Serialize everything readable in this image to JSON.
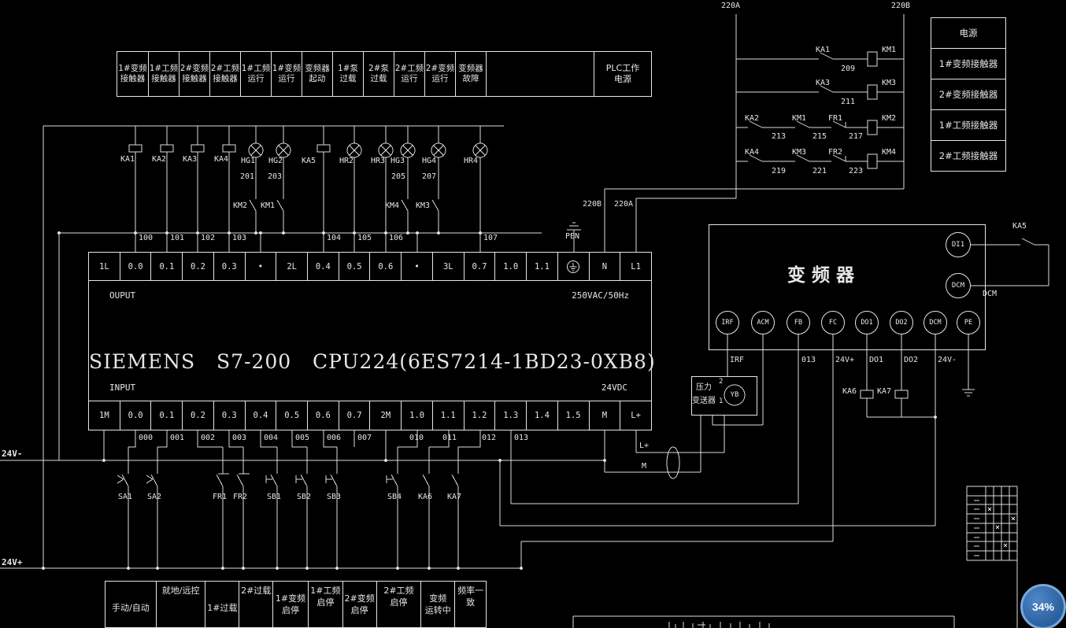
{
  "viewer": {
    "zoom": "34%"
  },
  "legend_top": {
    "cells": [
      {
        "l1": "1#变频",
        "l2": "接触器"
      },
      {
        "l1": "1#工频",
        "l2": "接触器"
      },
      {
        "l1": "2#变频",
        "l2": "接触器"
      },
      {
        "l1": "2#工频",
        "l2": "接触器"
      },
      {
        "l1": "1#工频",
        "l2": "运行"
      },
      {
        "l1": "1#变频",
        "l2": "运行"
      },
      {
        "l1": "变频器",
        "l2": "起动"
      },
      {
        "l1": "1#泵",
        "l2": "过载"
      },
      {
        "l1": "2#泵",
        "l2": "过载"
      },
      {
        "l1": "2#工频",
        "l2": "运行"
      },
      {
        "l1": "2#变频",
        "l2": "运行"
      },
      {
        "l1": "变频器",
        "l2": "故障"
      }
    ],
    "plc_power": {
      "l1": "PLC工作",
      "l2": "电源"
    }
  },
  "out": {
    "comps": [
      "KA1",
      "KA2",
      "KA3",
      "KA4",
      "HG1",
      "HG2",
      "KA5",
      "HR2",
      "HR3",
      "HG3",
      "HG4",
      "HR4"
    ],
    "lamp_wires": [
      "201",
      "203",
      "205",
      "207"
    ],
    "lamp_contacts": [
      "KM2",
      "KM1",
      "KM4",
      "KM3"
    ],
    "wire_numbers": [
      "100",
      "101",
      "102",
      "103",
      "104",
      "105",
      "106",
      "107"
    ]
  },
  "plc": {
    "output_label": "OUPUT",
    "output_rating": "250VAC/50Hz",
    "input_label": "INPUT",
    "input_rating": "24VDC",
    "title": "SIEMENS   S7-200   CPU224(6ES7214-1BD23-0XB8)",
    "top_terminals": [
      "1L",
      "0.0",
      "0.1",
      "0.2",
      "0.3",
      "•",
      "2L",
      "0.4",
      "0.5",
      "0.6",
      "•",
      "3L",
      "0.7",
      "1.0",
      "1.1",
      "",
      "N",
      "L1"
    ],
    "bottom_terminals": [
      "1M",
      "0.0",
      "0.1",
      "0.2",
      "0.3",
      "0.4",
      "0.5",
      "0.6",
      "0.7",
      "2M",
      "1.0",
      "1.1",
      "1.2",
      "1.3",
      "1.4",
      "1.5",
      "M",
      "L+"
    ],
    "pen_label": "PEN"
  },
  "inputs": {
    "wire_numbers": [
      "000",
      "001",
      "002",
      "003",
      "004",
      "005",
      "006",
      "007",
      "010",
      "011",
      "012",
      "013"
    ],
    "switches": [
      "SA1",
      "SA2",
      "FR1",
      "FR2",
      "SB1",
      "SB2",
      "SB3",
      "SB4",
      "KA6",
      "KA7"
    ]
  },
  "rails": {
    "neg": "24V-",
    "pos": "24V+"
  },
  "control": {
    "phase_a": "220A",
    "phase_b": "220B",
    "feed_b": "220B",
    "feed_a": "220A",
    "rungs": [
      {
        "c1": "KA1",
        "n1": "209",
        "coil": "KM1"
      },
      {
        "c1": "KA3",
        "n1": "211",
        "coil": "KM3"
      },
      {
        "c1": "KA2",
        "n1": "213",
        "c2": "KM1",
        "n2": "215",
        "c3": "FR1",
        "n3": "217",
        "coil": "KM2"
      },
      {
        "c1": "KA4",
        "n1": "219",
        "c2": "KM3",
        "n2": "221",
        "c3": "FR2",
        "n3": "223",
        "coil": "KM4"
      }
    ]
  },
  "right_table": {
    "rows": [
      "电源",
      "1#变频接触器",
      "2#变频接触器",
      "1#工频接触器",
      "2#工频接触器"
    ]
  },
  "inverter": {
    "title": "变频器",
    "terminals": [
      "IRF",
      "ACM",
      "FB",
      "FC",
      "DO1",
      "DO2",
      "DCM",
      "PE"
    ],
    "di1": "DI1",
    "dcm_port": "DCM",
    "ka5": "KA5",
    "dcm_label": "DCM",
    "stub_labels": [
      "IRF",
      "013",
      "24V+",
      "DO1",
      "DO2",
      "24V-"
    ],
    "relays": [
      "KA6",
      "KA7"
    ]
  },
  "transmitter": {
    "name_l1": "压力",
    "name_l2": "变送器",
    "tag": "YB",
    "pin2": "2",
    "pin1": "1",
    "lplus": "L+",
    "m": "M"
  },
  "legend_bottom": {
    "cells": [
      {
        "l1": "手动/自动",
        "l2": ""
      },
      {
        "l1": "就地/远控",
        "l2": ""
      },
      {
        "l1": "1#过载",
        "l2": ""
      },
      {
        "l1": "2#过载",
        "l2": ""
      },
      {
        "l1": "1#变频",
        "l2": "启停"
      },
      {
        "l1": "1#工频",
        "l2": "启停"
      },
      {
        "l1": "2#变频",
        "l2": "启停"
      },
      {
        "l1": "2#工频",
        "l2": "启停"
      },
      {
        "l1": "变频",
        "l2": "运转中"
      },
      {
        "l1": "频率一致",
        "l2": ""
      }
    ]
  }
}
